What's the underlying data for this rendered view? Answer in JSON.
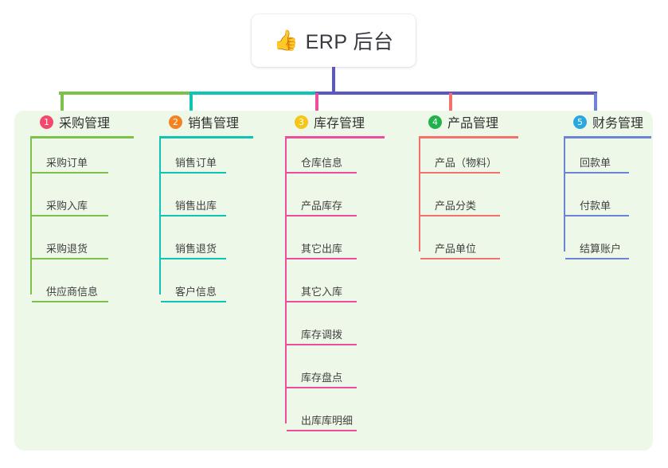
{
  "root": {
    "emoji": "👍",
    "emoji_name": "thumbs-up-icon",
    "title": "ERP 后台"
  },
  "colors": {
    "panel_background": "#eef8e9",
    "page_background": "#ffffff",
    "stem": "#5b57c4",
    "bus_green": "#7cc24a",
    "bus_teal": "#10c4b2",
    "bus_purple": "#5b57c4"
  },
  "columns": [
    {
      "number": "1",
      "title": "采购管理",
      "badge_color": "#f4496d",
      "line_color": "#7cc24a",
      "items": [
        {
          "label": "采购订单"
        },
        {
          "label": "采购入库"
        },
        {
          "label": "采购退货"
        },
        {
          "label": "供应商信息"
        }
      ]
    },
    {
      "number": "2",
      "title": "销售管理",
      "badge_color": "#f58220",
      "line_color": "#10c4b2",
      "items": [
        {
          "label": "销售订单"
        },
        {
          "label": "销售出库"
        },
        {
          "label": "销售退货"
        },
        {
          "label": "客户信息"
        }
      ]
    },
    {
      "number": "3",
      "title": "库存管理",
      "badge_color": "#f5c518",
      "line_color": "#ee4d9b",
      "items": [
        {
          "label": "仓库信息"
        },
        {
          "label": "产品库存"
        },
        {
          "label": "其它出库"
        },
        {
          "label": "其它入库"
        },
        {
          "label": "库存调拨"
        },
        {
          "label": "库存盘点"
        },
        {
          "label": "出库库明细"
        }
      ]
    },
    {
      "number": "4",
      "title": "产品管理",
      "badge_color": "#21b24b",
      "line_color": "#f4706b",
      "items": [
        {
          "label": "产品（物料）"
        },
        {
          "label": "产品分类"
        },
        {
          "label": "产品单位"
        }
      ]
    },
    {
      "number": "5",
      "title": "财务管理",
      "badge_color": "#29a8e0",
      "line_color": "#6d83d6",
      "items": [
        {
          "label": "回款单"
        },
        {
          "label": "付款单"
        },
        {
          "label": "结算账户"
        }
      ]
    }
  ]
}
